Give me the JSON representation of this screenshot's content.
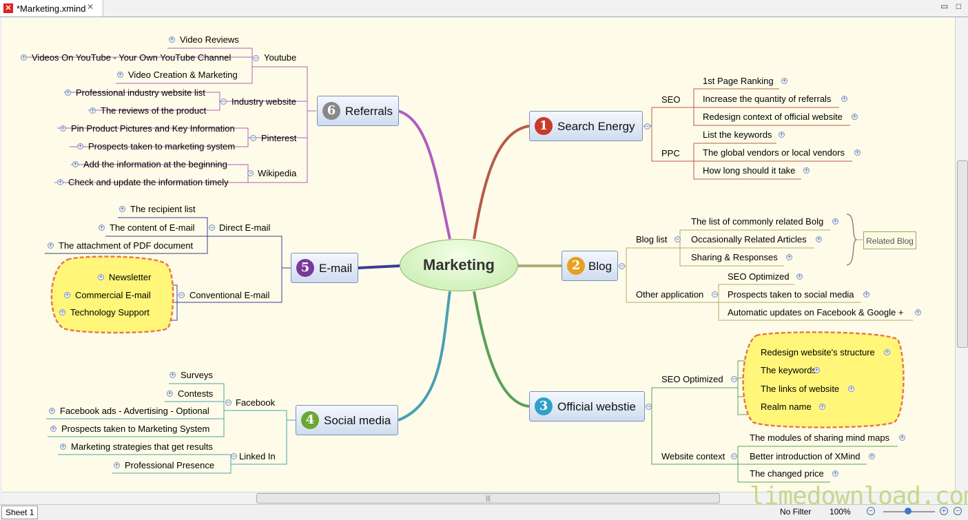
{
  "tab": {
    "title": "*Marketing.xmind",
    "close": "✕"
  },
  "central": "Marketing",
  "main": {
    "referrals": {
      "num": "6",
      "label": "Referrals"
    },
    "email": {
      "num": "5",
      "label": "E-mail"
    },
    "social": {
      "num": "4",
      "label": "Social media"
    },
    "search": {
      "num": "1",
      "label": "Search Energy"
    },
    "blog": {
      "num": "2",
      "label": "Blog"
    },
    "official": {
      "num": "3",
      "label": "Official webstie"
    }
  },
  "referrals": {
    "youtube": {
      "label": "Youtube",
      "items": [
        "Video Reviews",
        "Videos On YouTube - Your Own YouTube Channel",
        "Video Creation & Marketing"
      ]
    },
    "industry": {
      "label": "Industry website",
      "items": [
        "Professional industry website list",
        "The reviews of the product"
      ]
    },
    "pinterest": {
      "label": "Pinterest",
      "items": [
        "Pin Product Pictures and Key Information",
        "Prospects taken to marketing system"
      ]
    },
    "wikipedia": {
      "label": "Wikipedia",
      "items": [
        "Add the information at the beginning",
        "Check and update the information timely"
      ]
    }
  },
  "email": {
    "direct": {
      "label": "Direct E-mail",
      "items": [
        "The recipient list",
        "The content of E-mail",
        "The attachment of PDF document"
      ]
    },
    "conventional": {
      "label": "Conventional E-mail",
      "items": [
        "Newsletter",
        "Commercial E-mail",
        "Technology Support"
      ]
    }
  },
  "social": {
    "facebook": {
      "label": "Facebook",
      "items": [
        "Surveys",
        "Contests",
        "Facebook ads - Advertising - Optional",
        "Prospects taken to Marketing System"
      ]
    },
    "linkedin": {
      "label": "Linked In",
      "items": [
        "Marketing strategies that get results",
        "Professional Presence"
      ]
    }
  },
  "search": {
    "seo": {
      "label": "SEO",
      "items": [
        "1st Page Ranking",
        "Increase the quantity of referrals",
        "Redesign context of official website"
      ]
    },
    "ppc": {
      "label": "PPC",
      "items": [
        "List the keywords",
        "The global vendors or local vendors",
        "How long should it take"
      ]
    }
  },
  "blog": {
    "bloglist": {
      "label": "Blog list",
      "items": [
        "The list of commonly related Bolg",
        "Occasionally Related Articles",
        "Sharing & Responses"
      ]
    },
    "related": "Related Blog",
    "other": {
      "label": "Other application",
      "items": [
        "SEO Optimized",
        "Prospects taken to social media",
        "Automatic updates on Facebook & Google +"
      ]
    }
  },
  "official": {
    "seo": {
      "label": "SEO Optimized",
      "items": [
        "Redesign website's structure",
        "The keywords",
        "The links of website",
        "Realm name"
      ]
    },
    "context": {
      "label": "Website context",
      "items": [
        "The modules of sharing mind maps",
        "Better introduction of XMind",
        "The changed price"
      ]
    }
  },
  "status": {
    "sheet": "Sheet 1",
    "filter": "No Filter",
    "zoom": "100%"
  },
  "watermark": "limedownload.com",
  "colors": {
    "canvas": "#fefce8",
    "referrals": "#b05cc0",
    "email": "#3b3b9a",
    "social": "#4aa0b0",
    "search": "#b85a4a",
    "blog": "#b0a870",
    "official": "#5aa05a"
  }
}
